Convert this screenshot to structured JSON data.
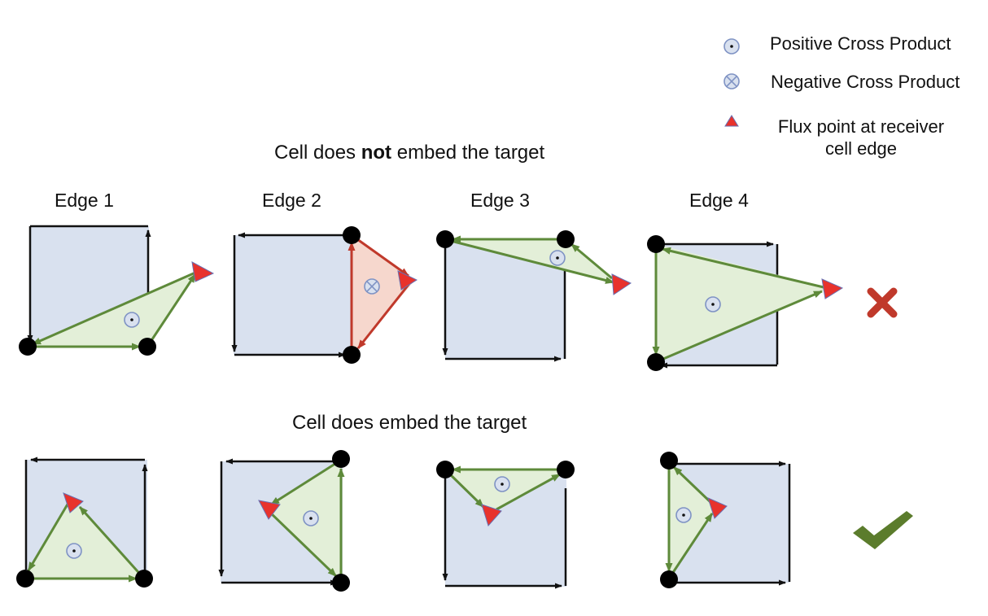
{
  "legend": {
    "positive_label": "Positive Cross Product",
    "negative_label": "Negative Cross Product",
    "flux_label_line1": "Flux point at receiver",
    "flux_label_line2": "cell edge"
  },
  "row1": {
    "title_pre": "Cell does ",
    "title_bold": "not",
    "title_post": " embed the target",
    "edge_labels": [
      "Edge 1",
      "Edge 2",
      "Edge 3",
      "Edge 4"
    ],
    "result_icon": "cross-mark-icon"
  },
  "row2": {
    "title": "Cell does embed the target",
    "result_icon": "check-mark-icon"
  },
  "colors": {
    "cell_fill": "#d9e1ef",
    "positive_triangle_fill": "#e3efd8",
    "positive_edge": "#5e8a3a",
    "negative_triangle_fill": "#f6d7cd",
    "negative_edge": "#c0392b",
    "flux_point": "#e8322c",
    "cross_mark": "#c0392b",
    "check_mark": "#5b7c2c"
  }
}
